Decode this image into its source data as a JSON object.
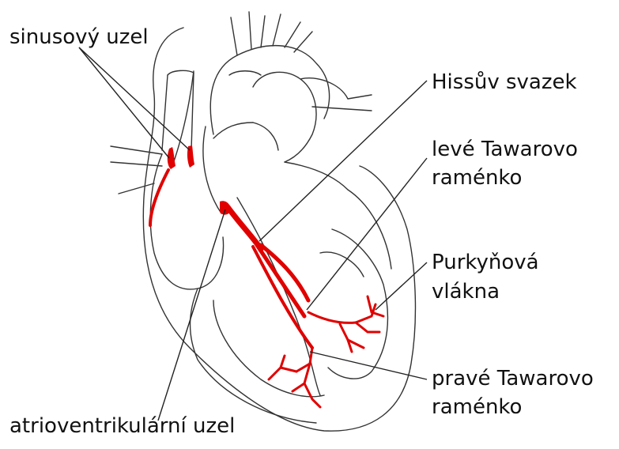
{
  "labels": {
    "sinus_node": "sinusový uzel",
    "his_bundle": "Hissův svazek",
    "left_bundle_line1": "levé Tawarovo",
    "left_bundle_line2": "raménko",
    "purkinje_line1": "Purkyňová",
    "purkinje_line2": "vlákna",
    "right_bundle_line1": "pravé Tawarovo",
    "right_bundle_line2": "raménko",
    "av_node": "atrioventrikulární uzel"
  },
  "colors": {
    "conduction": "#e00000",
    "outline": "#333333",
    "leader": "#222222"
  }
}
